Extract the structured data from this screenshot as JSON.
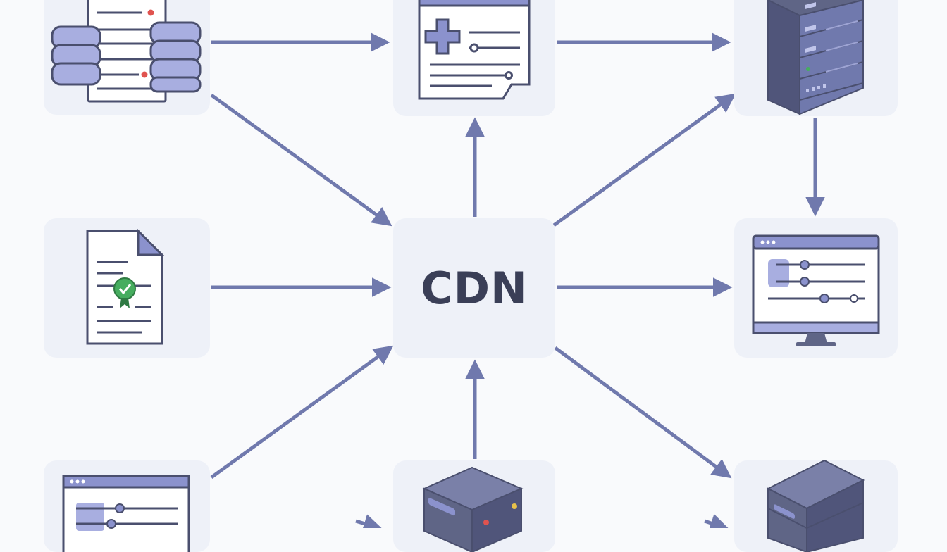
{
  "center_node": {
    "label": "CDN"
  },
  "colors": {
    "arrow": "#7079ad",
    "tile_bg": "#eef1f8",
    "line_dark": "#4a4f6e",
    "accent_purple": "#8b92cd",
    "server_body": "#5f6586",
    "alert_red": "#e0534f",
    "check_green": "#46ad5f"
  },
  "nodes": [
    {
      "id": "database-doc",
      "icon": "database-document-icon"
    },
    {
      "id": "medical-doc",
      "icon": "medical-document-icon"
    },
    {
      "id": "server-rack-top",
      "icon": "server-rack-icon"
    },
    {
      "id": "verified-doc",
      "icon": "verified-document-icon"
    },
    {
      "id": "cdn",
      "icon": "cdn-hub"
    },
    {
      "id": "monitor-dashboard",
      "icon": "desktop-monitor-icon"
    },
    {
      "id": "browser-window",
      "icon": "browser-window-icon"
    },
    {
      "id": "server-box-bottom",
      "icon": "server-box-icon"
    },
    {
      "id": "server-rack-bottom",
      "icon": "server-rack-icon"
    }
  ]
}
